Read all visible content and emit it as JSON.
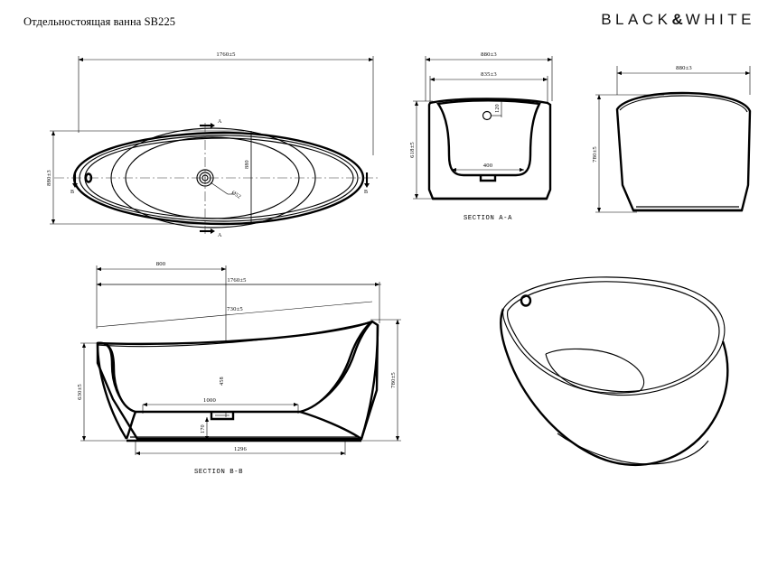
{
  "document": {
    "title": "Отдельностоящая ванна SB225",
    "brand": "BLACK & WHITE",
    "brand_word1": "BLACK",
    "brand_amp": "&",
    "brand_word2": "WHITE"
  },
  "views": {
    "plan": {
      "name": "Top / plan view",
      "dimensions": {
        "overall_length": "1760±5",
        "overall_width": "880±3",
        "inner_width": "880",
        "drain_diameter": "Ø52"
      },
      "section_marks": [
        "A",
        "A",
        "B",
        "B"
      ]
    },
    "section_aa": {
      "name": "SECTION A-A",
      "label": "SECTION A-A",
      "dimensions": {
        "top_width": "880±3",
        "rim_width": "835±3",
        "height": "618±5",
        "base_width": "400",
        "overflow_height": "120"
      }
    },
    "end_view": {
      "name": "End elevation",
      "dimensions": {
        "width": "880±3",
        "height": "780±5"
      }
    },
    "section_bb": {
      "name": "SECTION B-B",
      "label": "SECTION B-B",
      "dimensions": {
        "head_offset": "800",
        "overall_length": "1760±5",
        "rim_length": "730±5",
        "left_height": "630±5",
        "right_height": "780±5",
        "floor_length": "1000",
        "floor_height": "170",
        "base_length": "1296",
        "water_depth": "458"
      }
    },
    "iso": {
      "name": "Isometric 3D view"
    }
  }
}
